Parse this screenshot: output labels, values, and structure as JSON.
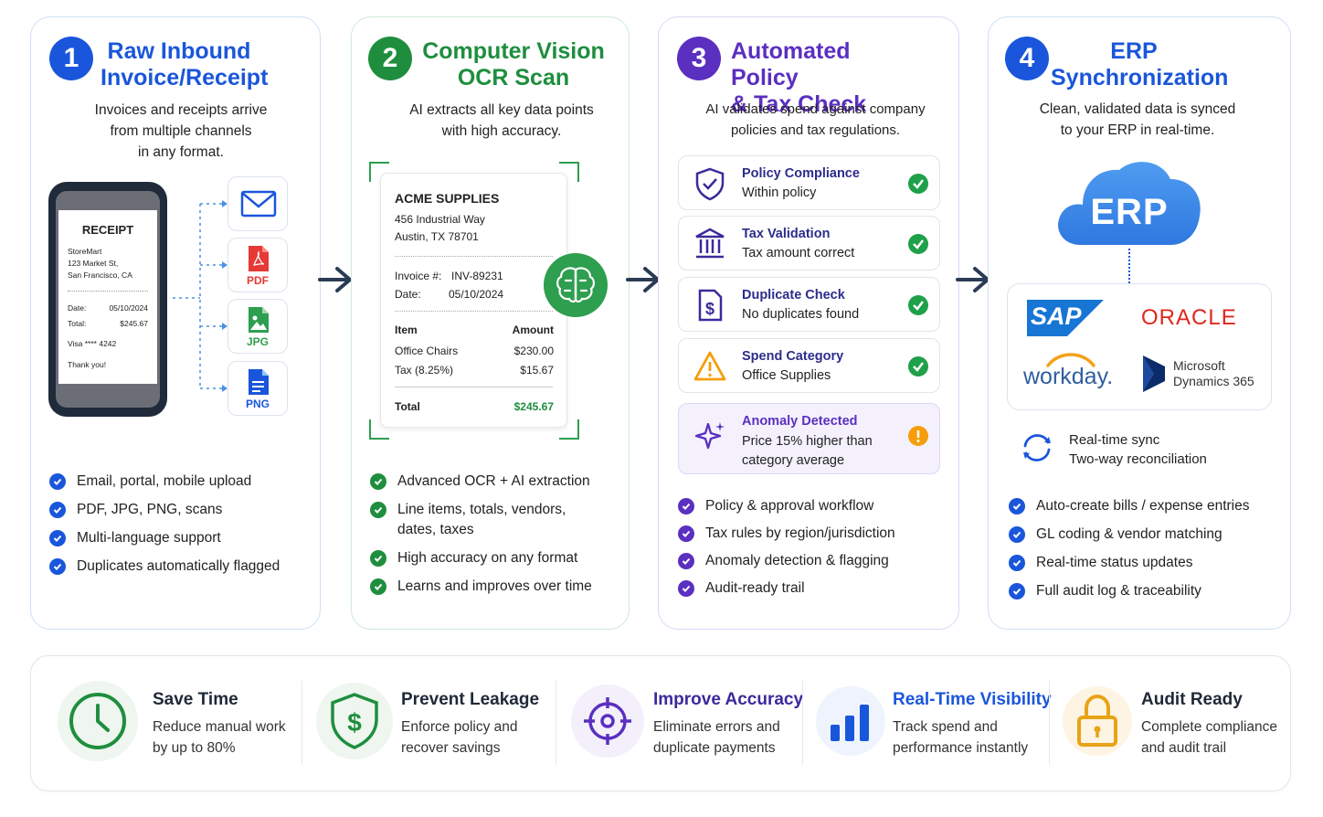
{
  "steps": [
    {
      "number": "1",
      "title_line1": "Raw Inbound",
      "title_line2": "Invoice/Receipt",
      "desc_line1": "Invoices and receipts arrive",
      "desc_line2": "from multiple channels",
      "desc_line3": "in any format.",
      "color": "#1a56db",
      "bullets": [
        "Email, portal, mobile upload",
        "PDF, JPG, PNG, scans",
        "Multi-language support",
        "Duplicates automatically flagged"
      ]
    },
    {
      "number": "2",
      "title_line1": "Computer Vision",
      "title_line2": "OCR Scan",
      "desc_line1": "AI extracts all key data points",
      "desc_line2": "with high accuracy.",
      "color": "#1e8e3e",
      "bullets": [
        "Advanced OCR + AI extraction",
        "Line items, totals, vendors,",
        "dates, taxes",
        "High accuracy on any format",
        "Learns and improves over time"
      ]
    },
    {
      "number": "3",
      "title_line1": "Automated Policy",
      "title_line2": "& Tax Check",
      "desc_line1": "AI validates spend against company",
      "desc_line2": "policies and tax regulations.",
      "color": "#5b2fc0",
      "bullets": [
        "Policy & approval workflow",
        "Tax rules by region/jurisdiction",
        "Anomaly detection & flagging",
        "Audit-ready trail"
      ]
    },
    {
      "number": "4",
      "title_line1": "ERP",
      "title_line2": "Synchronization",
      "desc_line1": "Clean, validated data is synced",
      "desc_line2": "to your ERP in real-time.",
      "color": "#1a56db",
      "bullets": [
        "Auto-create bills / expense entries",
        "GL coding & vendor matching",
        "Real-time status updates",
        "Full audit log & traceability"
      ]
    }
  ],
  "receipt": {
    "heading": "RECEIPT",
    "store": "StoreMart",
    "address1": "123 Market St,",
    "address2": "San Francisco, CA",
    "date_label": "Date:",
    "date_value": "05/10/2024",
    "total_label": "Total:",
    "total_value": "$245.67",
    "card": "Visa **** 4242",
    "thanks": "Thank you!"
  },
  "file_types": [
    "PDF",
    "JPG",
    "PNG"
  ],
  "invoice": {
    "company": "ACME SUPPLIES",
    "address1": "456 Industrial Way",
    "address2": "Austin, TX 78701",
    "invoice_label": "Invoice #:",
    "invoice_value": "INV-89231",
    "date_label": "Date:",
    "date_value": "05/10/2024",
    "col_item": "Item",
    "col_amount": "Amount",
    "row1_item": "Office Chairs",
    "row1_amount": "$230.00",
    "row2_item": "Tax (8.25%)",
    "row2_amount": "$15.67",
    "total_label": "Total",
    "total_value": "$245.67"
  },
  "checks": [
    {
      "title": "Policy Compliance",
      "status": "Within policy",
      "icon": "shield-check-icon"
    },
    {
      "title": "Tax Validation",
      "status": "Tax amount correct",
      "icon": "bank-icon"
    },
    {
      "title": "Duplicate Check",
      "status": "No duplicates found",
      "icon": "dollar-document-icon"
    },
    {
      "title": "Spend Category",
      "status": "Office Supplies",
      "icon": "warning-icon"
    }
  ],
  "anomaly": {
    "title": "Anomaly Detected",
    "line1": "Price 15% higher than",
    "line2": "category average"
  },
  "erp": {
    "cloud_label": "ERP",
    "logo_sap": "SAP",
    "logo_oracle": "ORACLE",
    "logo_workday": "workday.",
    "logo_ms_line1": "Microsoft",
    "logo_ms_line2": "Dynamics 365",
    "sync_line1": "Real-time sync",
    "sync_line2": "Two-way reconciliation"
  },
  "benefits": [
    {
      "title": "Save Time",
      "line1": "Reduce manual work",
      "line2": "by up to 80%",
      "color": "#1e8e3e",
      "title_color": "#1f2937"
    },
    {
      "title": "Prevent Leakage",
      "line1": "Enforce policy and",
      "line2": "recover savings",
      "color": "#1e8e3e",
      "title_color": "#1f2937"
    },
    {
      "title": "Improve Accuracy",
      "line1": "Eliminate errors and",
      "line2": "duplicate payments",
      "color": "#5b2fc0",
      "title_color": "#3b2a9c"
    },
    {
      "title": "Real-Time Visibility",
      "line1": "Track spend and",
      "line2": "performance instantly",
      "color": "#1a56db",
      "title_color": "#1a56db"
    },
    {
      "title": "Audit Ready",
      "line1": "Complete compliance",
      "line2": "and audit trail",
      "color": "#e8a317",
      "title_color": "#1f2937"
    }
  ],
  "colors": {
    "blue": "#1a56db",
    "green": "#1e8e3e",
    "purple": "#5b2fc0",
    "orange": "#f59e0b"
  }
}
